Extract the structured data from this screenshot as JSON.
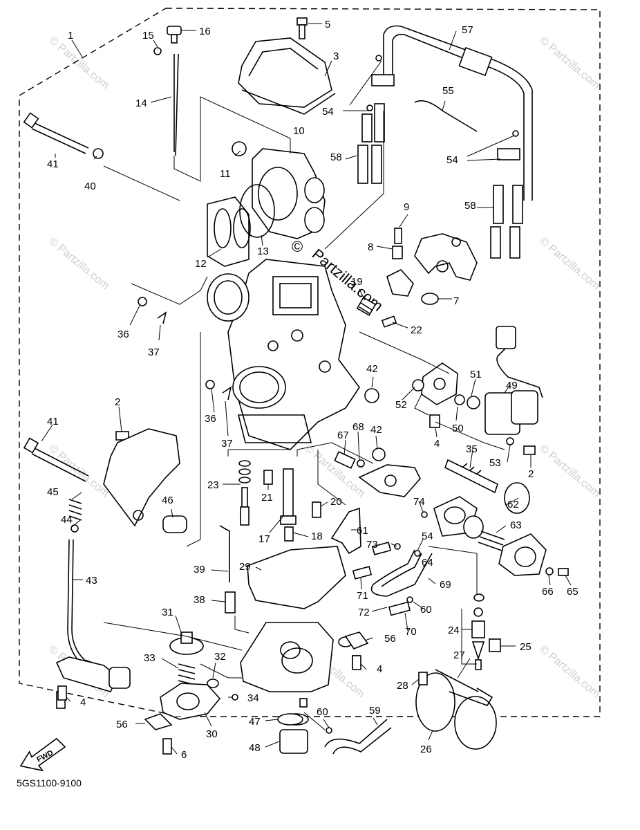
{
  "diagram_code": "5GS1100-9100",
  "watermark": "© Partzilla.com",
  "center_watermark": "Partzilla.com",
  "center_copyright": "©",
  "direction_label": "FWD",
  "callouts": [
    {
      "n": "1"
    },
    {
      "n": "2"
    },
    {
      "n": "2"
    },
    {
      "n": "3"
    },
    {
      "n": "4"
    },
    {
      "n": "4"
    },
    {
      "n": "4"
    },
    {
      "n": "4"
    },
    {
      "n": "5"
    },
    {
      "n": "6"
    },
    {
      "n": "7"
    },
    {
      "n": "8"
    },
    {
      "n": "9"
    },
    {
      "n": "10"
    },
    {
      "n": "11"
    },
    {
      "n": "12"
    },
    {
      "n": "13"
    },
    {
      "n": "14"
    },
    {
      "n": "15"
    },
    {
      "n": "16"
    },
    {
      "n": "17"
    },
    {
      "n": "18"
    },
    {
      "n": "19"
    },
    {
      "n": "20"
    },
    {
      "n": "21"
    },
    {
      "n": "22"
    },
    {
      "n": "23"
    },
    {
      "n": "24"
    },
    {
      "n": "25"
    },
    {
      "n": "26"
    },
    {
      "n": "27"
    },
    {
      "n": "28"
    },
    {
      "n": "29"
    },
    {
      "n": "30"
    },
    {
      "n": "31"
    },
    {
      "n": "32"
    },
    {
      "n": "33"
    },
    {
      "n": "34"
    },
    {
      "n": "35"
    },
    {
      "n": "36"
    },
    {
      "n": "36"
    },
    {
      "n": "37"
    },
    {
      "n": "37"
    },
    {
      "n": "38"
    },
    {
      "n": "39"
    },
    {
      "n": "40"
    },
    {
      "n": "41"
    },
    {
      "n": "41"
    },
    {
      "n": "42"
    },
    {
      "n": "42"
    },
    {
      "n": "43"
    },
    {
      "n": "44"
    },
    {
      "n": "45"
    },
    {
      "n": "46"
    },
    {
      "n": "47"
    },
    {
      "n": "48"
    },
    {
      "n": "49"
    },
    {
      "n": "50"
    },
    {
      "n": "51"
    },
    {
      "n": "52"
    },
    {
      "n": "53"
    },
    {
      "n": "54"
    },
    {
      "n": "54"
    },
    {
      "n": "54"
    },
    {
      "n": "55"
    },
    {
      "n": "56"
    },
    {
      "n": "56"
    },
    {
      "n": "57"
    },
    {
      "n": "58"
    },
    {
      "n": "58"
    },
    {
      "n": "59"
    },
    {
      "n": "60"
    },
    {
      "n": "60"
    },
    {
      "n": "61"
    },
    {
      "n": "62"
    },
    {
      "n": "63"
    },
    {
      "n": "64"
    },
    {
      "n": "65"
    },
    {
      "n": "66"
    },
    {
      "n": "67"
    },
    {
      "n": "68"
    },
    {
      "n": "69"
    },
    {
      "n": "70"
    },
    {
      "n": "71"
    },
    {
      "n": "72"
    },
    {
      "n": "73"
    },
    {
      "n": "74"
    }
  ]
}
